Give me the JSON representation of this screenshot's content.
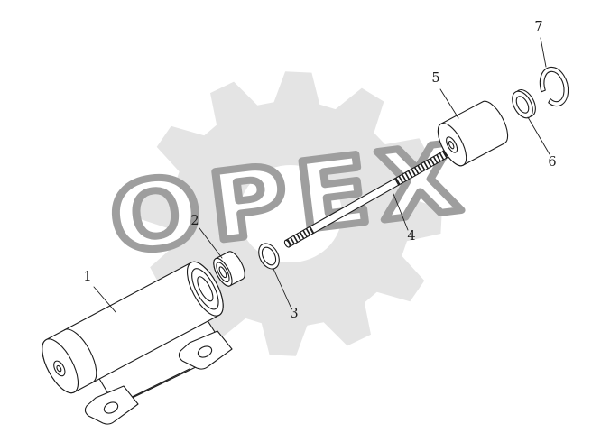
{
  "watermark_text": "OPEX",
  "part_labels": [
    "1",
    "2",
    "3",
    "4",
    "5",
    "6",
    "7"
  ],
  "colors": {
    "background": "#ffffff",
    "line": "#1c1c1c",
    "watermark_gear": "#e4e4e4",
    "watermark_text_stroke": "#9e9e9e"
  }
}
